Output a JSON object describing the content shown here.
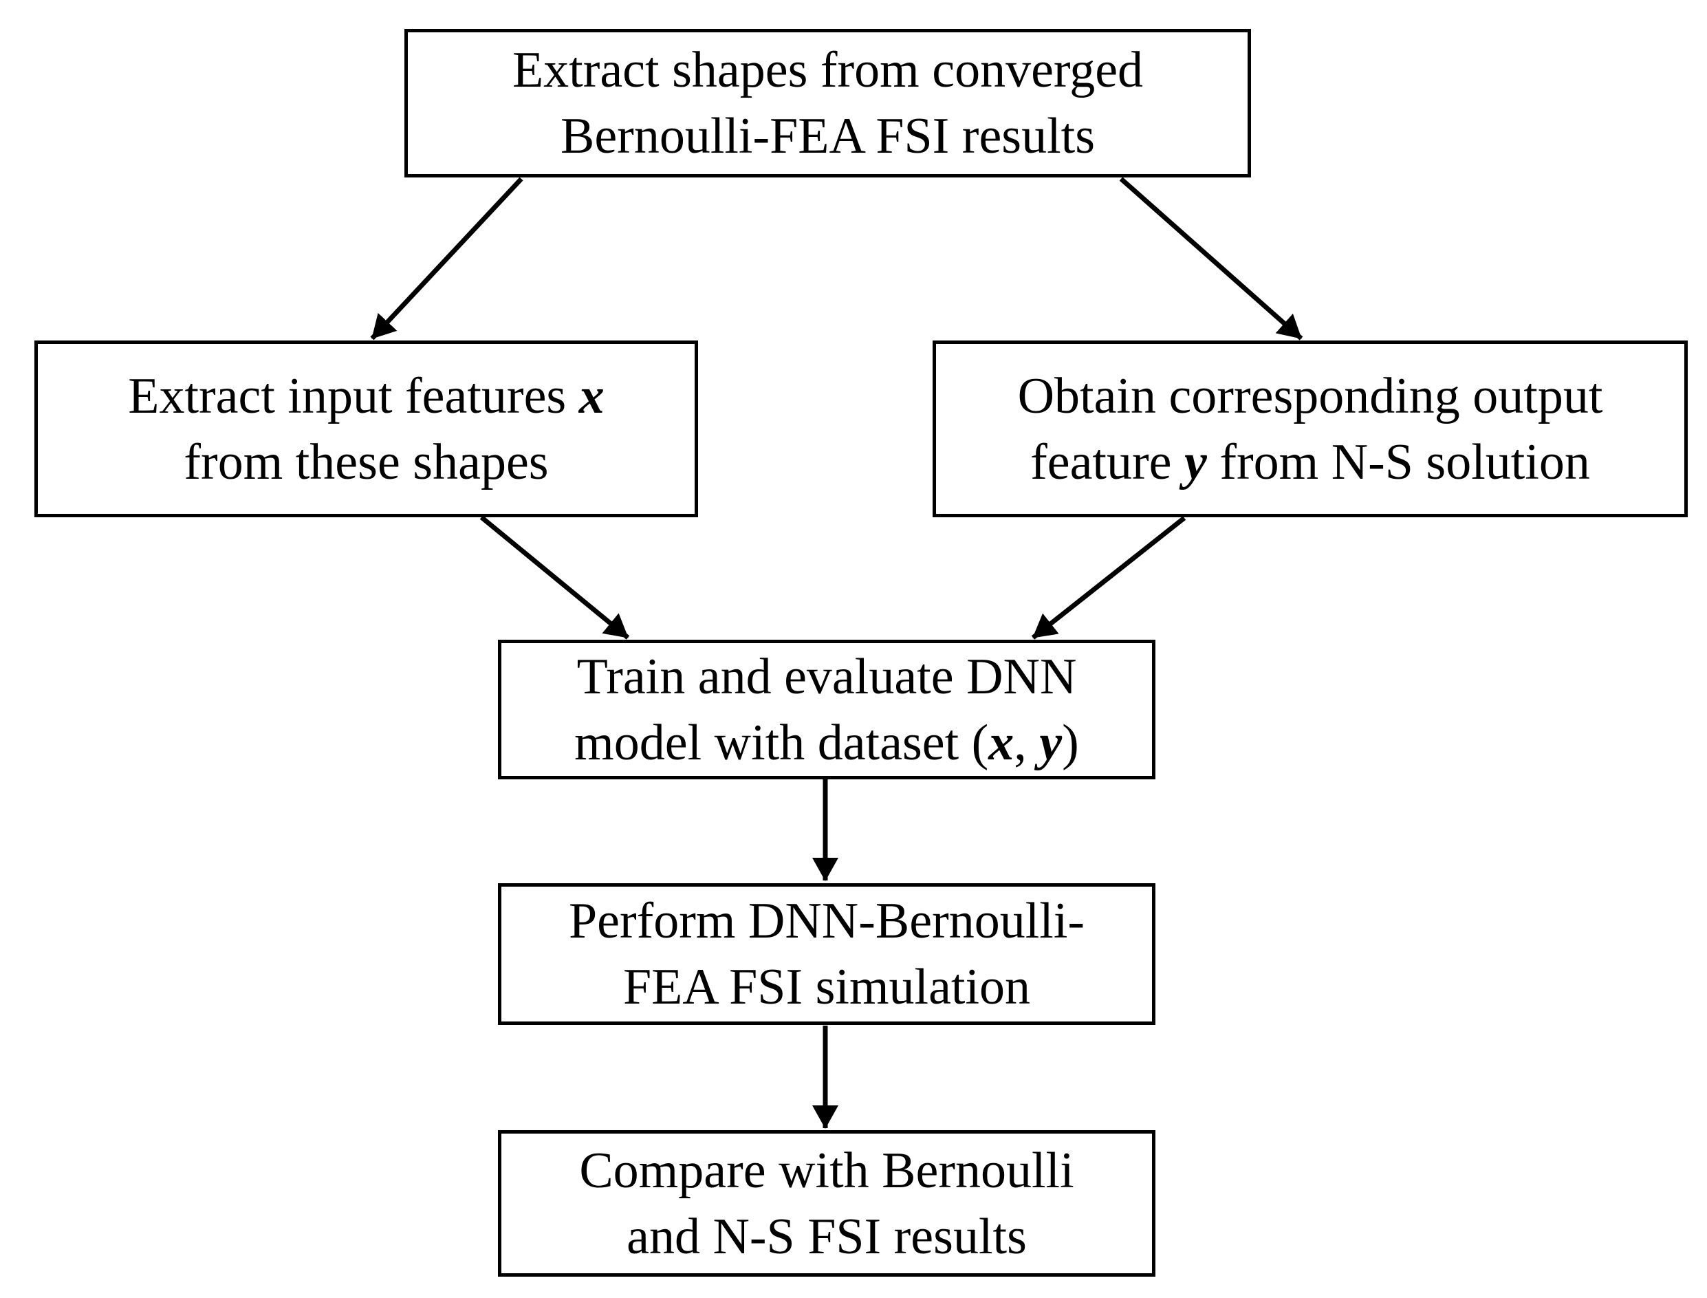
{
  "figure": {
    "type": "flowchart",
    "background_color": "#ffffff",
    "line_color": "#000000",
    "text_color": "#000000"
  },
  "nodes": [
    {
      "id": "extract-shapes",
      "lines": [
        [
          {
            "t": "Extract shapes from converged"
          }
        ],
        [
          {
            "t": "Bernoulli-FEA FSI results"
          }
        ]
      ]
    },
    {
      "id": "input-features",
      "lines": [
        [
          {
            "t": "Extract input features "
          },
          {
            "t": "x",
            "bi": true
          }
        ],
        [
          {
            "t": "from these shapes"
          }
        ]
      ]
    },
    {
      "id": "output-feature",
      "lines": [
        [
          {
            "t": "Obtain corresponding output"
          }
        ],
        [
          {
            "t": "feature "
          },
          {
            "t": "y",
            "bi": true
          },
          {
            "t": " from N-S solution"
          }
        ]
      ]
    },
    {
      "id": "train-dnn",
      "lines": [
        [
          {
            "t": "Train and evaluate DNN"
          }
        ],
        [
          {
            "t": "model with dataset ("
          },
          {
            "t": "x",
            "bi": true
          },
          {
            "t": ", "
          },
          {
            "t": "y",
            "bi": true
          },
          {
            "t": ")"
          }
        ]
      ]
    },
    {
      "id": "perform-fsi",
      "lines": [
        [
          {
            "t": "Perform DNN-Bernoulli-"
          }
        ],
        [
          {
            "t": "FEA FSI simulation"
          }
        ]
      ]
    },
    {
      "id": "compare-results",
      "lines": [
        [
          {
            "t": "Compare with Bernoulli"
          }
        ],
        [
          {
            "t": "and N-S FSI results"
          }
        ]
      ]
    }
  ],
  "edges": [
    {
      "from": "extract-shapes",
      "to": "input-features"
    },
    {
      "from": "extract-shapes",
      "to": "output-feature"
    },
    {
      "from": "input-features",
      "to": "train-dnn"
    },
    {
      "from": "output-feature",
      "to": "train-dnn"
    },
    {
      "from": "train-dnn",
      "to": "perform-fsi"
    },
    {
      "from": "perform-fsi",
      "to": "compare-results"
    }
  ]
}
